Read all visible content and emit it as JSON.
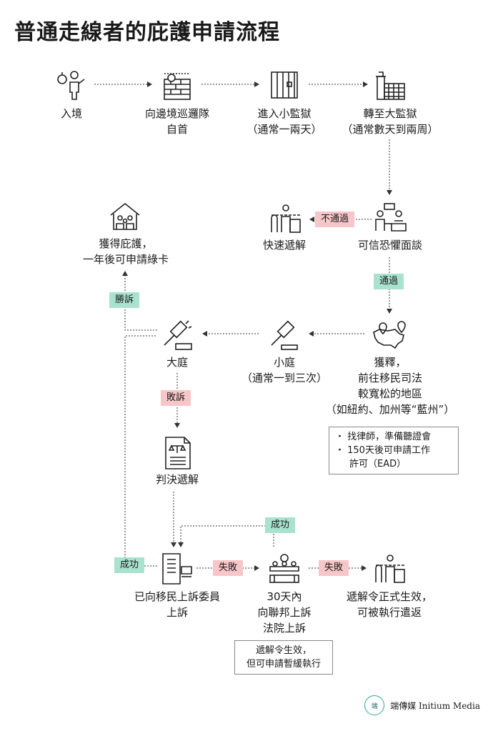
{
  "title": "普通走線者的庇護申請流程",
  "nodes": {
    "entry": "入境",
    "surrender_1": "向邊境巡邏隊",
    "surrender_2": "自首",
    "small_jail_1": "進入小監獄",
    "small_jail_2": "（通常一兩天）",
    "big_jail_1": "轉至大監獄",
    "big_jail_2": "（通常數天到兩周）",
    "credible_fear": "可信恐懼面談",
    "expedited": "快速遞解",
    "asylum_1": "獲得庇護，",
    "asylum_2": "一年後可申請綠卡",
    "released_1": "獲釋，",
    "released_2": "前往移民司法",
    "released_3": "較寬松的地區",
    "released_4": "（如紐約、加州等“藍州”）",
    "small_court_1": "小庭",
    "small_court_2": "（通常一到三次）",
    "big_court": "大庭",
    "deport_order": "判決遞解",
    "bia_1": "已向移民上訴委員",
    "bia_2": "上訴",
    "federal_1": "30天內",
    "federal_2": "向聯邦上訴",
    "federal_3": "法院上訴",
    "final_1": "遞解令正式生效，",
    "final_2": "可被執行遣返"
  },
  "tags": {
    "fail_interview": "不通過",
    "pass_interview": "通過",
    "win": "勝訴",
    "lose": "敗訴",
    "success_federal": "成功",
    "success_bia": "成功",
    "fail_bia": "失敗",
    "fail_federal": "失敗"
  },
  "notes": {
    "released_bullet_1": "找律師，準備聽證會",
    "released_bullet_2a": "150天後可申請工作",
    "released_bullet_2b": "許可（EAD）",
    "federal_note_1": "遞解令生效，",
    "federal_note_2": "但可申請暫緩執行"
  },
  "icons": [
    "person-with-bag-icon",
    "border-patrol-icon",
    "jail-cell-icon",
    "prison-building-icon",
    "interview-icon",
    "barrier-icon",
    "house-family-icon",
    "us-map-icon",
    "gavel-icon",
    "gavel-large-icon",
    "document-scale-icon",
    "appeal-document-icon",
    "court-panel-icon",
    "barrier-final-icon"
  ],
  "brand": {
    "logo_mark": "端",
    "name": "端傳媒 Initium Media"
  },
  "colors": {
    "green_tag": "#a9e3cf",
    "red_tag": "#f7c6c9",
    "line": "#333333"
  }
}
